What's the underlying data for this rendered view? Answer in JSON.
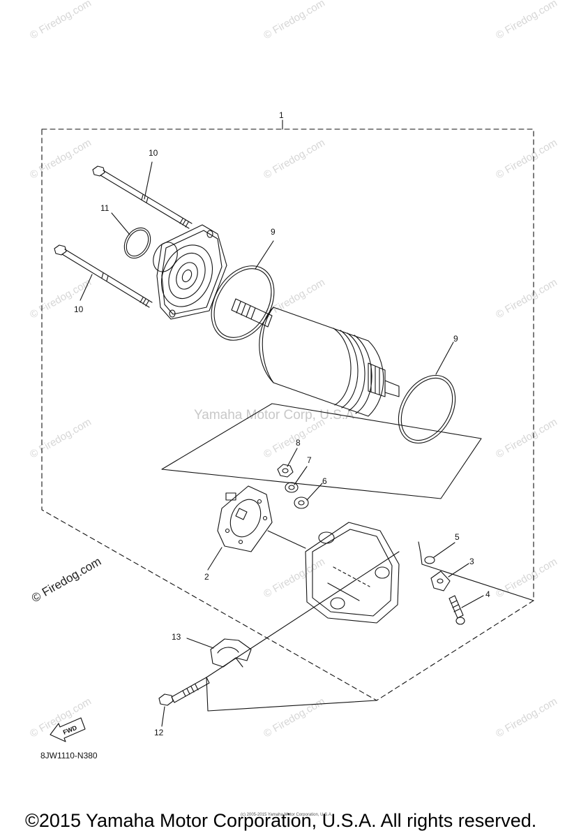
{
  "watermark_text": "© Firedog.com",
  "center_watermark": "Yamaha Motor Corp, U.S.A",
  "side_watermark": "© Firedog.com",
  "callouts": {
    "c1": "1",
    "c2": "2",
    "c3": "3",
    "c4": "4",
    "c5": "5",
    "c6": "6",
    "c7": "7",
    "c8": "8",
    "c9a": "9",
    "c9b": "9",
    "c10a": "10",
    "c10b": "10",
    "c11": "11",
    "c12": "12",
    "c13": "13"
  },
  "fwd_label": "FWD",
  "diagram_code": "8JW1110-N380",
  "tiny_copyright": "(c) 2005-2015 Yamaha Motor Corporation, U.S.A.",
  "footer": "©2015 Yamaha Motor Corporation, U.S.A. All rights reserved.",
  "colors": {
    "line": "#111111",
    "watermark": "#d6d6d6"
  }
}
